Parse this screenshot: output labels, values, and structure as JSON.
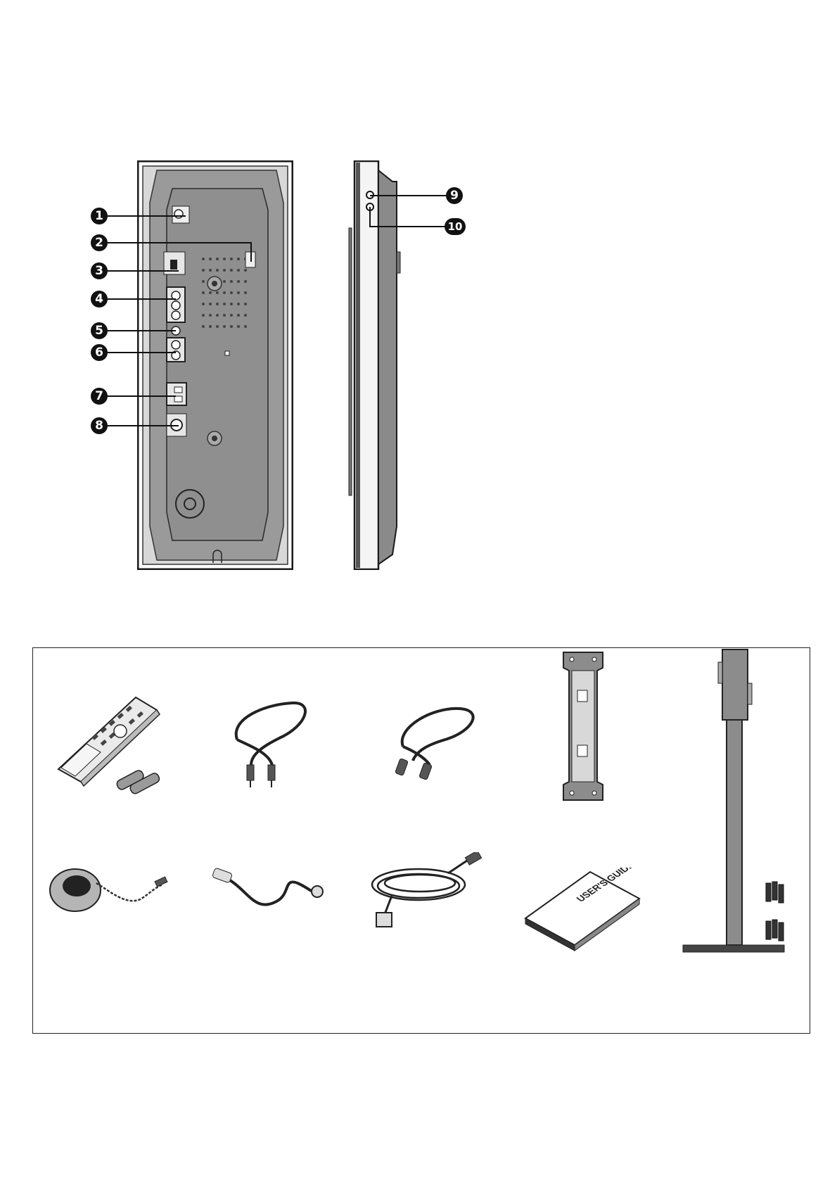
{
  "callouts": [
    "1",
    "2",
    "3",
    "4",
    "5",
    "6",
    "7",
    "8",
    "9",
    "10"
  ],
  "accessories": {
    "manual_cover_text": "USER'S GUIDE"
  },
  "colors": {
    "panel_fill": "#9a9a9a",
    "panel_edge": "#1a1a1a",
    "callout_fill": "#111111",
    "accessory_grey": "#8c8c8c"
  },
  "icons": [
    "rear-panel-illustration",
    "side-panel-illustration",
    "remote-control-icon",
    "battery-icon",
    "av-cable-icon",
    "audio-cable-icon",
    "wall-bracket-icon",
    "ir-receiver-icon",
    "antenna-cable-icon",
    "power-cord-icon",
    "manual-book-icon",
    "floor-stand-icon",
    "screw-set-icon"
  ]
}
